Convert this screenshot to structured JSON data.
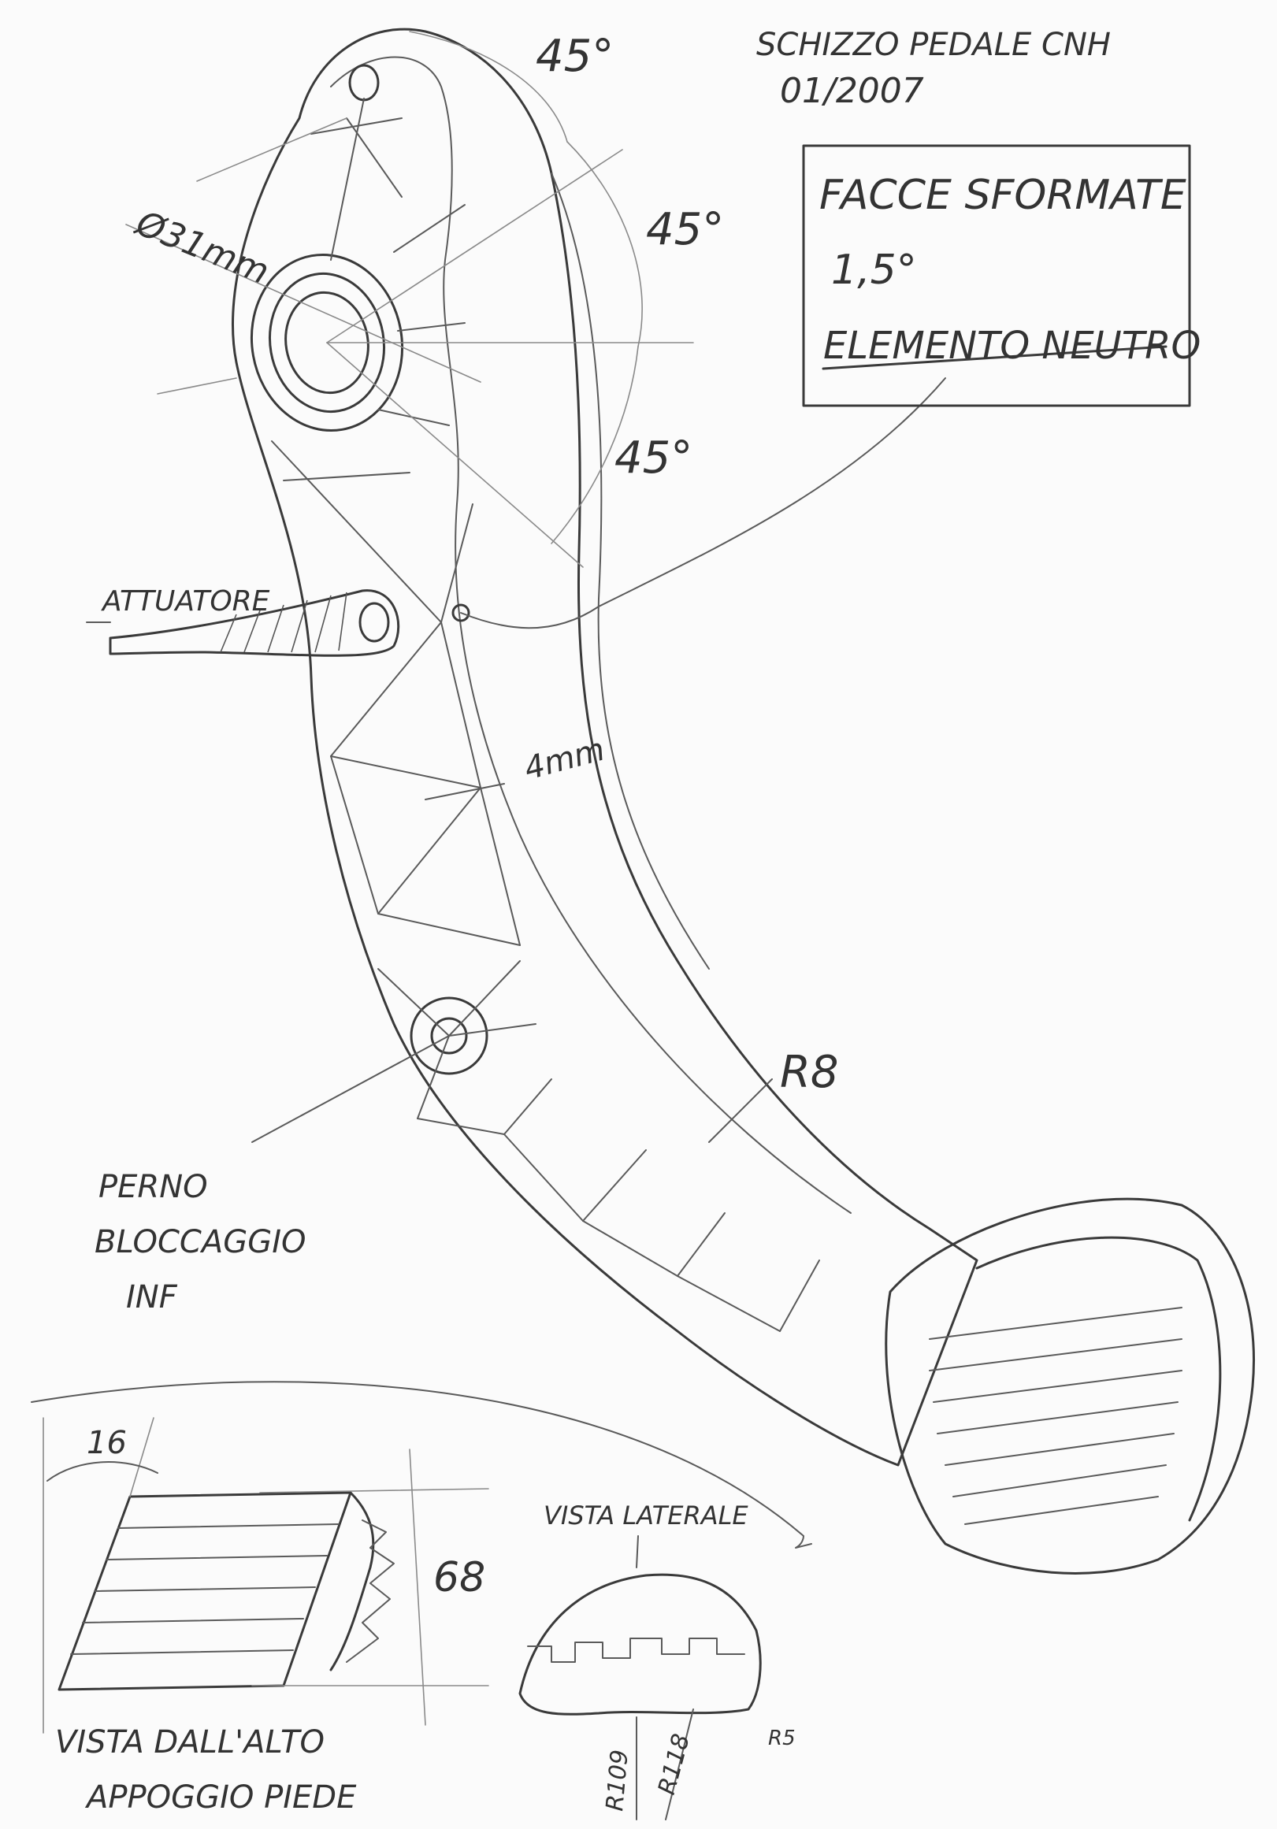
{
  "header": {
    "title": "SCHIZZO PEDALE CNH",
    "date": "01/2007"
  },
  "note_box": {
    "line1": "FACCE SFORMATE",
    "line2": "1,5°",
    "line3": "ELEMENTO NEUTRO"
  },
  "angles": {
    "top": "45°",
    "middle": "45°",
    "lower": "45°"
  },
  "dimensions": {
    "diameter": "Ø31mm",
    "rib": "4mm",
    "radius": "R8",
    "top_angle": "16",
    "height": "68",
    "r_left": "R109",
    "r_right": "R118",
    "r_small": "R5"
  },
  "labels": {
    "actuator": "ATTUATORE",
    "pin_1": "PERNO",
    "pin_2": "BLOCCAGGIO",
    "pin_3": "INF",
    "side_view": "VISTA LATERALE",
    "top_view_1": "VISTA DALL'ALTO",
    "top_view_2": "APPOGGIO PIEDE"
  }
}
